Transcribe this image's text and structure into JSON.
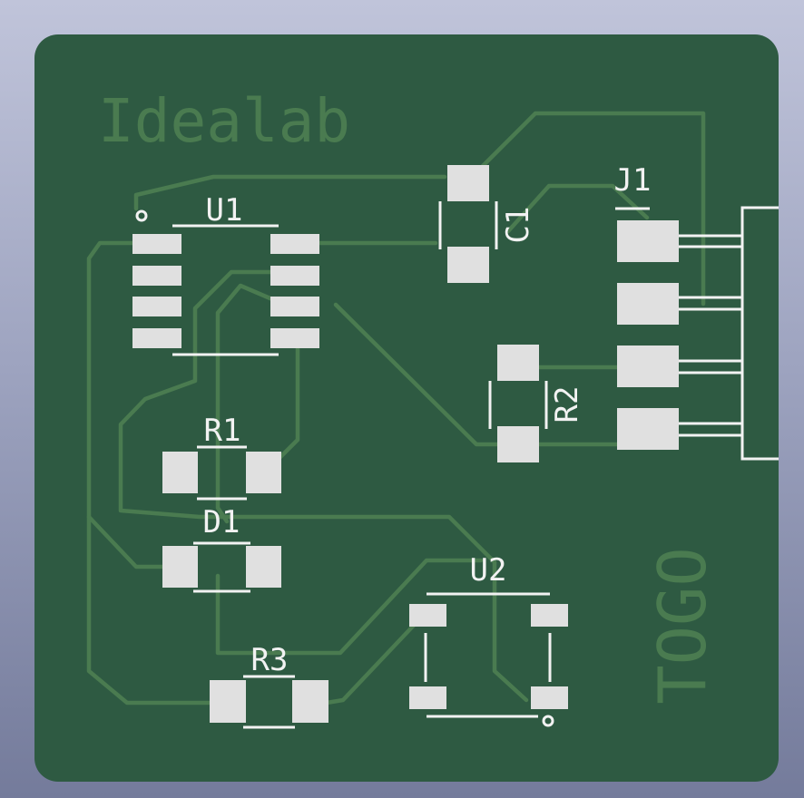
{
  "board": {
    "brand": "Idealab",
    "side_label": "TOGO",
    "colors": {
      "soldermask": "#2e5a42",
      "copper_trace": "#4a7b50",
      "pad": "#e0e0e0",
      "silkscreen": "#f2f2f2"
    }
  },
  "refs": {
    "u1": "U1",
    "u2": "U2",
    "c1": "C1",
    "r1": "R1",
    "r2": "R2",
    "r3": "R3",
    "d1": "D1",
    "j1": "J1"
  }
}
